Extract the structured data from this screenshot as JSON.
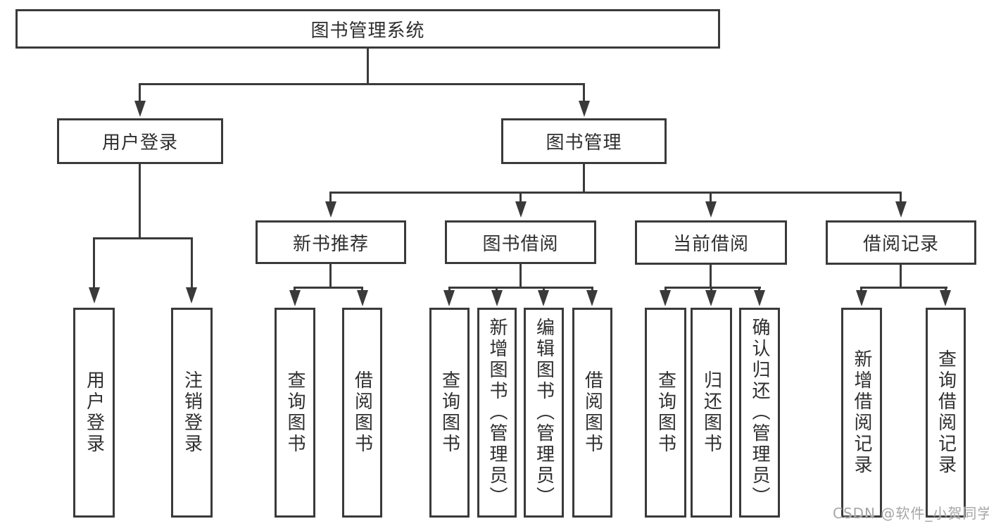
{
  "tree": {
    "label": "图书管理系统",
    "children": [
      {
        "label": "用户登录",
        "children": [
          {
            "label": "用户登录"
          },
          {
            "label": "注销登录"
          }
        ]
      },
      {
        "label": "图书管理",
        "children": [
          {
            "label": "新书推荐",
            "children": [
              {
                "label": "查询图书"
              },
              {
                "label": "借阅图书"
              }
            ]
          },
          {
            "label": "图书借阅",
            "children": [
              {
                "label": "查询图书"
              },
              {
                "label": "新增图书（管理员）"
              },
              {
                "label": "编辑图书（管理员）"
              },
              {
                "label": "借阅图书"
              }
            ]
          },
          {
            "label": "当前借阅",
            "children": [
              {
                "label": "查询图书"
              },
              {
                "label": "归还图书"
              },
              {
                "label": "确认归还（管理员）"
              }
            ]
          },
          {
            "label": "借阅记录",
            "children": [
              {
                "label": "新增借阅记录"
              },
              {
                "label": "查询借阅记录"
              }
            ]
          }
        ]
      }
    ]
  },
  "watermark": "CSDN @软件_小贺同学",
  "icons": {
    "connector_arrow": "arrow-down-icon"
  },
  "colors": {
    "line": "#3a3a3a",
    "text": "#2f2f2f",
    "background": "#ffffff",
    "watermark": "#a6a6a6"
  }
}
